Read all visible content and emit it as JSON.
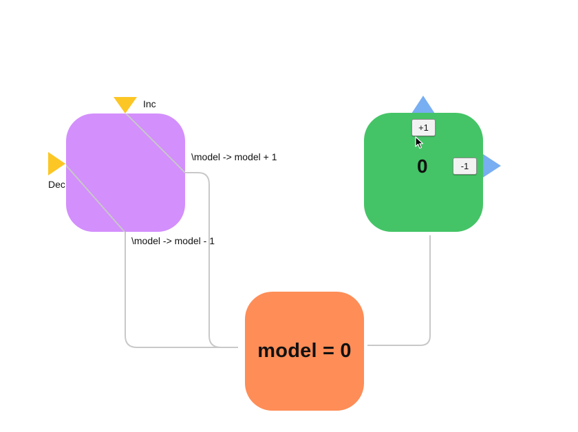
{
  "colors": {
    "update_node": "#d38ffc",
    "view_node": "#44c466",
    "model_node": "#fe8d57",
    "input_port": "#fcc624",
    "output_port": "#78aef2",
    "wire": "#c8c8c8",
    "button_bg": "#f2f2f2"
  },
  "update_node": {
    "inputs": [
      {
        "label": "Inc",
        "expression": "\\model -> model + 1"
      },
      {
        "label": "Dec",
        "expression": "\\model -> model - 1"
      }
    ]
  },
  "model_node": {
    "label": "model = 0"
  },
  "view_node": {
    "count": "0",
    "buttons": {
      "increment": "+1",
      "decrement": "-1"
    }
  },
  "icons": {
    "cursor": "mouse-pointer-icon"
  }
}
